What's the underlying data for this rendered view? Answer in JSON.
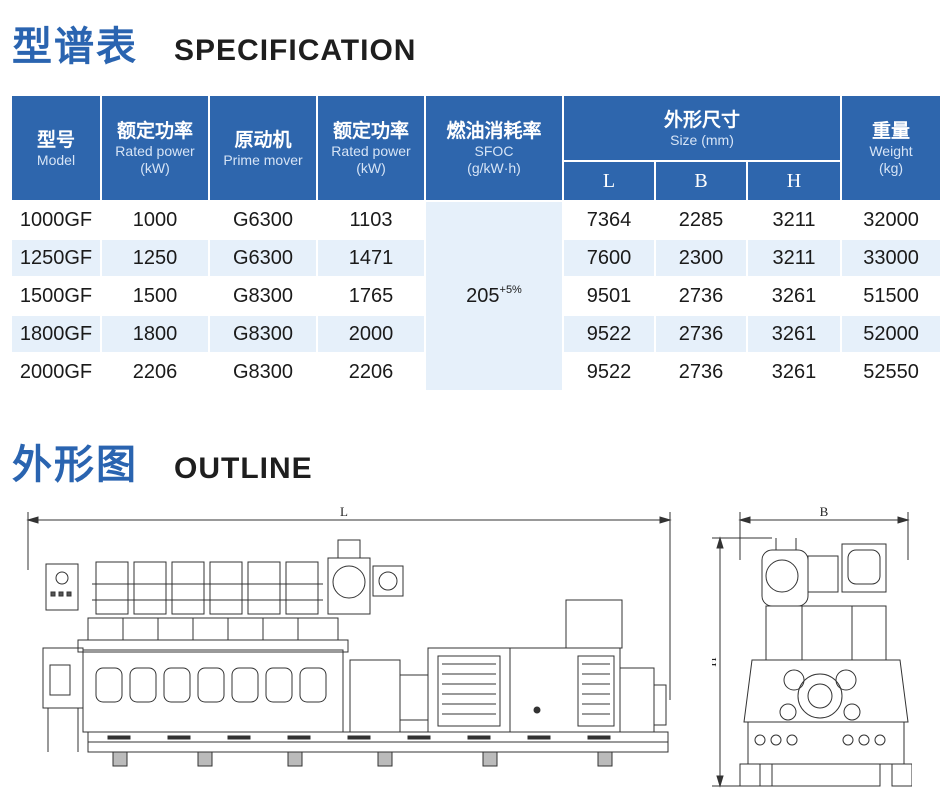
{
  "specification": {
    "title_cn": "型谱表",
    "title_en": "SPECIFICATION",
    "headers": {
      "model": {
        "cn": "型号",
        "en": "Model"
      },
      "rated_power": {
        "cn": "额定功率",
        "en": "Rated power",
        "unit": "(kW)"
      },
      "prime_mover": {
        "cn": "原动机",
        "en": "Prime mover"
      },
      "engine_power": {
        "cn": "额定功率",
        "en": "Rated power",
        "unit": "(kW)"
      },
      "sfoc": {
        "cn": "燃油消耗率",
        "en": "SFOC",
        "unit": "(g/kW·h)"
      },
      "size": {
        "cn": "外形尺寸",
        "en": "Size (mm)",
        "l": "L",
        "b": "B",
        "h": "H"
      },
      "weight": {
        "cn": "重量",
        "en": "Weight",
        "unit": "(kg)"
      }
    },
    "sfoc_value": "205",
    "sfoc_tolerance": "+5%",
    "rows": [
      {
        "model": "1000GF",
        "rated_power": "1000",
        "prime_mover": "G6300",
        "engine_power": "1103",
        "l": "7364",
        "b": "2285",
        "h": "3211",
        "weight": "32000"
      },
      {
        "model": "1250GF",
        "rated_power": "1250",
        "prime_mover": "G6300",
        "engine_power": "1471",
        "l": "7600",
        "b": "2300",
        "h": "3211",
        "weight": "33000"
      },
      {
        "model": "1500GF",
        "rated_power": "1500",
        "prime_mover": "G8300",
        "engine_power": "1765",
        "l": "9501",
        "b": "2736",
        "h": "3261",
        "weight": "51500"
      },
      {
        "model": "1800GF",
        "rated_power": "1800",
        "prime_mover": "G8300",
        "engine_power": "2000",
        "l": "9522",
        "b": "2736",
        "h": "3261",
        "weight": "52000"
      },
      {
        "model": "2000GF",
        "rated_power": "2206",
        "prime_mover": "G8300",
        "engine_power": "2206",
        "l": "9522",
        "b": "2736",
        "h": "3261",
        "weight": "52550"
      }
    ]
  },
  "outline": {
    "title_cn": "外形图",
    "title_en": "OUTLINE",
    "dim_l": "L",
    "dim_b": "B",
    "dim_h": "H"
  },
  "colors": {
    "accent": "#2a64b0",
    "header_bg": "#2e66ad",
    "row_alt": "#e6f0fa"
  }
}
